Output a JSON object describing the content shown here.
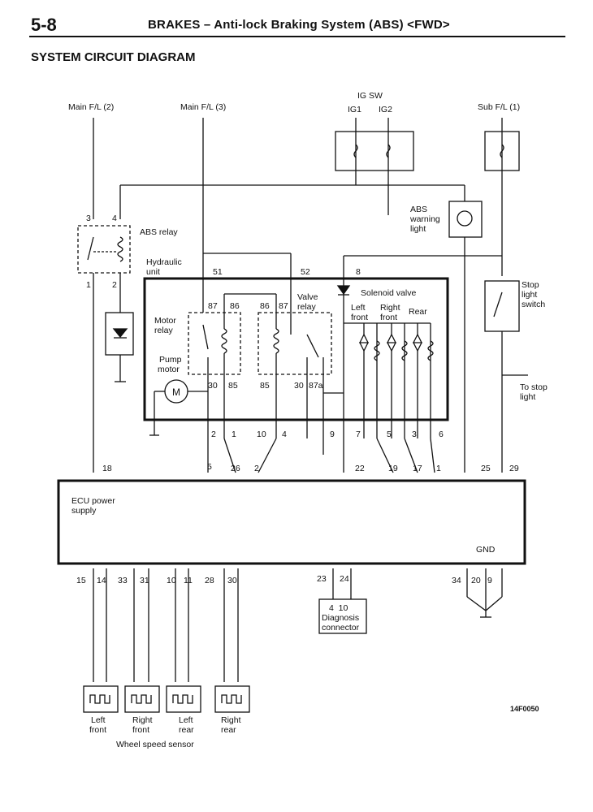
{
  "header": {
    "page_number": "5-8",
    "title": "BRAKES – Anti-lock Braking System (ABS) <FWD>"
  },
  "section_title": "SYSTEM CIRCUIT DIAGRAM",
  "figure_id": "14F0050",
  "labels": {
    "main_fl_2": "Main F/L (2)",
    "main_fl_3": "Main F/L (3)",
    "ig_sw": "IG SW",
    "ig1": "IG1",
    "ig2": "IG2",
    "sub_fl_1": "Sub F/L (1)",
    "abs_relay": "ABS relay",
    "abs_warning_1": "ABS",
    "abs_warning_2": "warning",
    "abs_warning_3": "light",
    "hydraulic_1": "Hydraulic",
    "hydraulic_2": "unit",
    "motor_relay_1": "Motor",
    "motor_relay_2": "relay",
    "pump_motor_1": "Pump",
    "pump_motor_2": "motor",
    "motor_symbol": "M",
    "valve_relay_1": "Valve",
    "valve_relay_2": "relay",
    "solenoid_valve": "Solenoid valve",
    "left_front_1": "Left",
    "left_front_2": "front",
    "right_front_1": "Right",
    "right_front_2": "front",
    "rear": "Rear",
    "stop_light_switch_1": "Stop",
    "stop_light_switch_2": "light",
    "stop_light_switch_3": "switch",
    "to_stop_light_1": "To stop",
    "to_stop_light_2": "light",
    "ecu_power_1": "ECU power",
    "ecu_power_2": "supply",
    "gnd": "GND",
    "diag_pins": "4  10",
    "diag_1": "Diagnosis",
    "diag_2": "connector",
    "ws_left_front_1": "Left",
    "ws_left_front_2": "front",
    "ws_right_front_1": "Right",
    "ws_right_front_2": "front",
    "ws_left_rear_1": "Left",
    "ws_left_rear_2": "rear",
    "ws_right_rear_1": "Right",
    "ws_right_rear_2": "rear",
    "wheel_speed_sensor": "Wheel speed sensor"
  },
  "terminals": {
    "relay_3": "3",
    "relay_4": "4",
    "relay_1": "1",
    "relay_2": "2",
    "t51": "51",
    "t52": "52",
    "t8": "8",
    "mr_87": "87",
    "mr_86": "86",
    "mr_30": "30",
    "mr_85": "85",
    "vr_86": "86",
    "vr_87": "87",
    "vr_85": "85",
    "vr_30": "30",
    "vr_87a": "87a",
    "hu_2": "2",
    "hu_1": "1",
    "hu_10": "10",
    "hu_4": "4",
    "hu_9": "9",
    "hu_7": "7",
    "hu_5": "5",
    "hu_3": "3",
    "hu_6": "6",
    "ecu_18": "18",
    "ecu_5": "5",
    "ecu_26": "26",
    "ecu_2": "2",
    "ecu_22": "22",
    "ecu_19": "19",
    "ecu_17": "17",
    "ecu_1": "1",
    "ecu_25": "25",
    "ecu_29": "29",
    "b15": "15",
    "b14": "14",
    "b33": "33",
    "b31": "31",
    "b10": "10",
    "b11": "11",
    "b28": "28",
    "b30": "30",
    "b23": "23",
    "b24": "24",
    "b34": "34",
    "b20": "20",
    "b9": "9"
  }
}
